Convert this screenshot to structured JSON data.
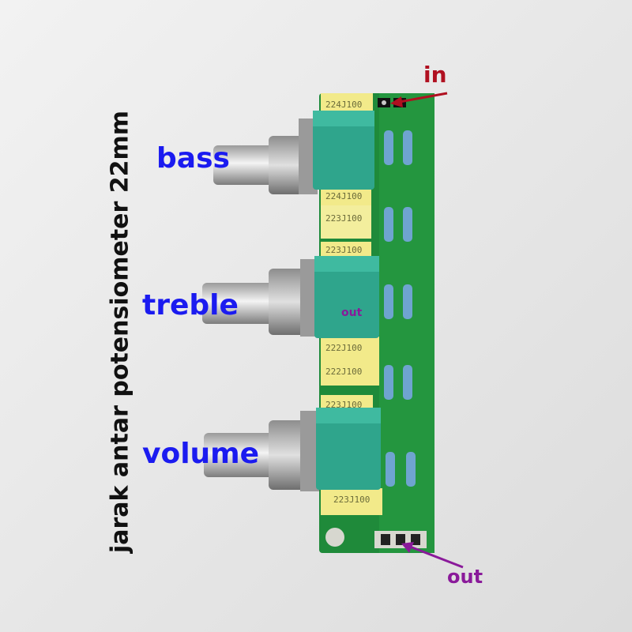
{
  "labels": {
    "vertical": "jarak antar potensiometer 22mm",
    "bass": "bass",
    "treble": "treble",
    "volume": "volume",
    "in": "in",
    "out_small": "out",
    "out_bottom": "out"
  },
  "capacitors": [
    "224J100",
    "224J100",
    "223J100",
    "223J100",
    "222J100",
    "222J100",
    "223J100",
    "223J100"
  ],
  "colors": {
    "label_blue": "#1b1bf0",
    "in_red": "#b01020",
    "out_purple": "#8a1a9a",
    "pcb_green": "#1f8a3a",
    "pot_body": "#2fa58c",
    "capacitor_yellow": "#f2ea8a"
  }
}
